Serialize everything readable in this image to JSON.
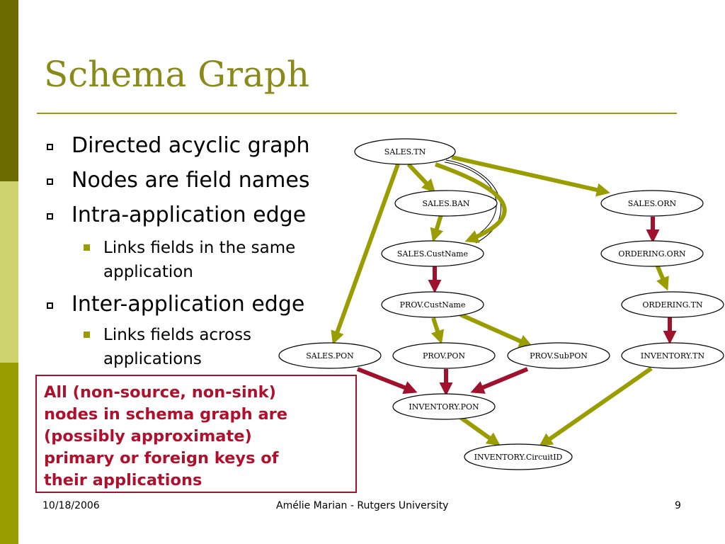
{
  "slide": {
    "title": "Schema Graph",
    "bullets": [
      "Directed acyclic graph",
      "Nodes are field names",
      "Intra-application edge",
      "Inter-application edge"
    ],
    "sub_bullets": [
      [
        "Links fields in the same",
        "application"
      ],
      [
        "Links fields across",
        "applications"
      ]
    ],
    "callout_lines": [
      "All (non-source, non-sink)",
      "nodes in schema graph are",
      "(possibly approximate)",
      "primary or foreign keys of",
      "their applications"
    ]
  },
  "graph": {
    "nodes": {
      "sales_tn": "SALES.TN",
      "sales_ban": "SALES.BAN",
      "sales_orn": "SALES.ORN",
      "sales_custname": "SALES.CustName",
      "ordering_orn": "ORDERING.ORN",
      "prov_custname": "PROV.CustName",
      "ordering_tn": "ORDERING.TN",
      "sales_pon": "SALES.PON",
      "prov_pon": "PROV.PON",
      "prov_subpon": "PROV.SubPON",
      "inventory_tn": "INVENTORY.TN",
      "inventory_pon": "INVENTORY.PON",
      "inventory_circuitid": "INVENTORY.CircuitID"
    },
    "edge_colors": {
      "intra": "#a0112e",
      "inter": "#9a9d00"
    }
  },
  "footer": {
    "date": "10/18/2006",
    "author": "Amélie Marian - Rutgers University",
    "page": "9"
  }
}
